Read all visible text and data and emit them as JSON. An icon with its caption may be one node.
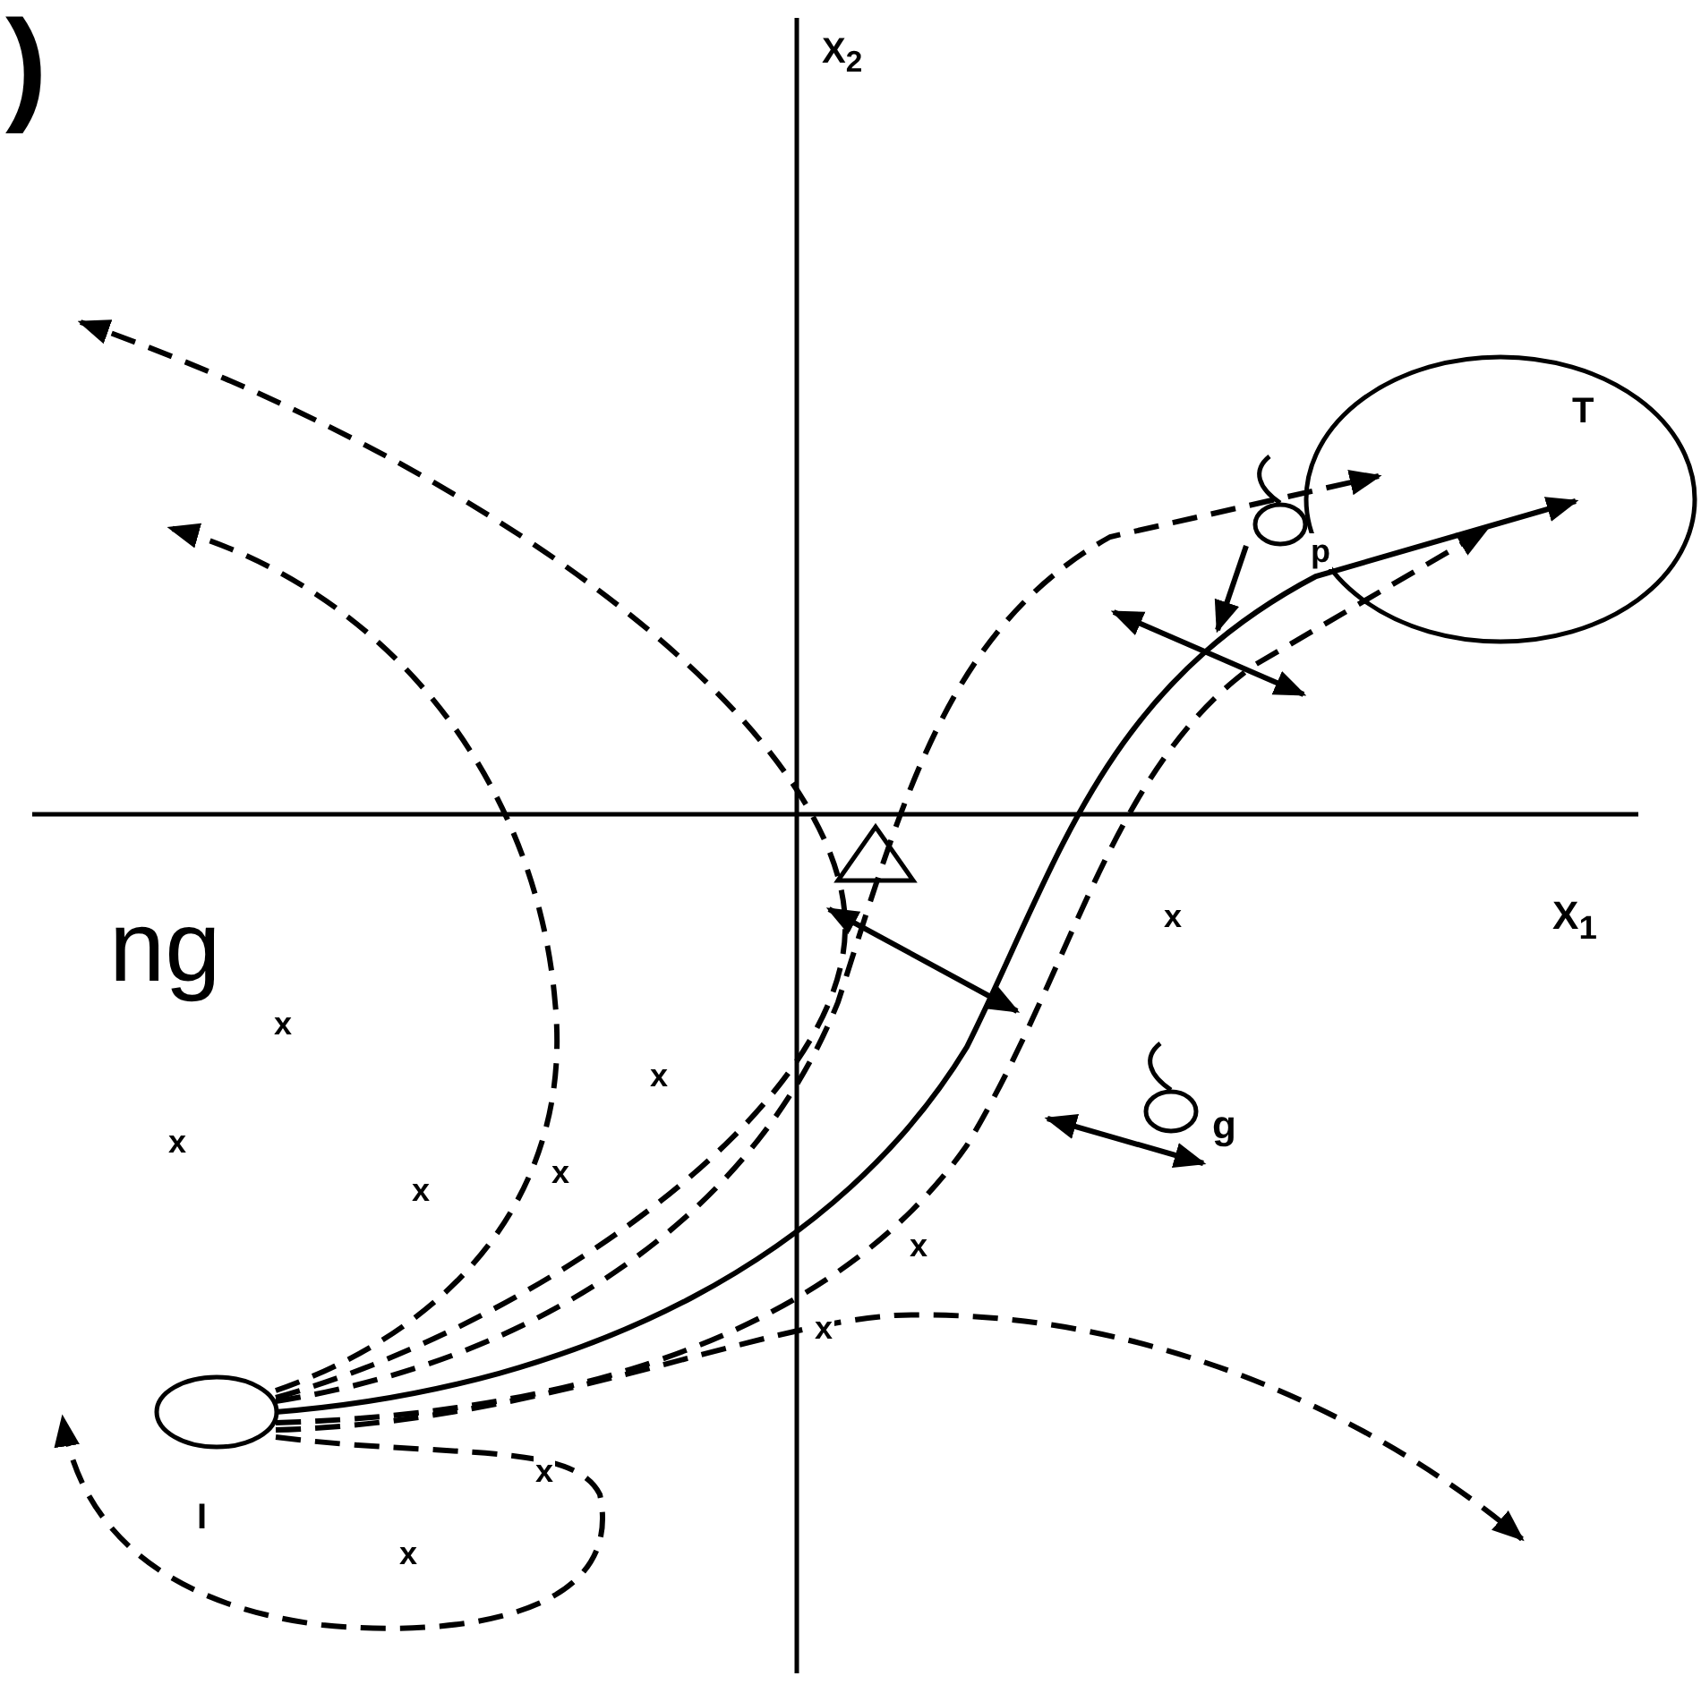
{
  "diagram": {
    "nodes": [
      {
        "text": [
          "T"
        ]
      },
      {
        "text": [
          "I"
        ]
      }
    ],
    "edges": [
      {
        "from": 1,
        "to": 0,
        "arrow": "to"
      },
      {
        "from": 1,
        "to": 0,
        "arrow": "to",
        "style": "dashed"
      },
      {
        "from": 1,
        "to": 0,
        "arrow": "to",
        "style": "dashed"
      },
      {
        "from": 1,
        "to": null,
        "arrow": "to",
        "style": "dashed"
      },
      {
        "from": 1,
        "to": null,
        "arrow": "to",
        "style": "dashed"
      },
      {
        "from": 1,
        "to": null,
        "arrow": "to",
        "style": "dashed"
      },
      {
        "from": 1,
        "to": null,
        "arrow": "to",
        "style": "dashed"
      }
    ],
    "labels": [
      ")",
      "X$_{2}$",
      "p",
      "ng",
      "X$_{1}$",
      "x",
      "x",
      "x",
      "x",
      "x",
      "x",
      "g",
      "x",
      "x",
      "x",
      "x"
    ]
  }
}
